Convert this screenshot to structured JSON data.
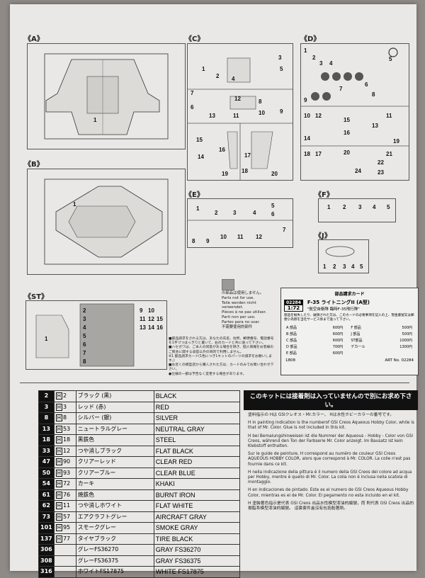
{
  "sections": {
    "A": "《A》",
    "B": "《B》",
    "C": "《C》",
    "D": "《D》",
    "E": "《E》",
    "F": "《F》",
    "J": "《J》",
    "ST": "《ST》"
  },
  "part_numbers": {
    "A": [
      "1"
    ],
    "B": [
      "1"
    ],
    "C": [
      "1",
      "2",
      "3",
      "4",
      "5",
      "6",
      "7",
      "8",
      "9",
      "10",
      "11",
      "12",
      "13",
      "14",
      "15",
      "16",
      "17",
      "18",
      "19",
      "20"
    ],
    "D": [
      "1",
      "2",
      "3",
      "4",
      "5",
      "6",
      "7",
      "8",
      "9",
      "10",
      "11",
      "12",
      "13",
      "14",
      "15",
      "16",
      "17",
      "18",
      "19",
      "20",
      "21",
      "22",
      "23",
      "24"
    ],
    "E": [
      "1",
      "2",
      "3",
      "4",
      "5",
      "6",
      "7",
      "8",
      "9",
      "10",
      "11",
      "12"
    ],
    "F": [
      "1",
      "2",
      "3",
      "4",
      "5"
    ],
    "J": [
      "1",
      "2",
      "3",
      "4",
      "5"
    ],
    "ST": [
      "1",
      "2",
      "3",
      "4",
      "5",
      "6",
      "7",
      "8",
      "9",
      "10",
      "11",
      "12",
      "13",
      "14",
      "15",
      "16"
    ]
  },
  "unused_note": {
    "jp": "の部品は使用しません。",
    "lines": [
      "Parts not for use.",
      "Teile werden nicht verwendet.",
      "Pièces à ne pas utiliser.",
      "Parti non per uso.",
      "Partes para no usar.",
      "不需要使用的部件"
    ]
  },
  "parts_order_text": "■部品請求をされる方は、あなたの氏名、住所、郵便番号、電話番号を1字づつはっきりと書いて、右のカードと共に送って下さい。",
  "parts_order_items": [
    "■ハセガワは、ご本人の同意がある場合を除き、個人情報をお客様のご照会に関する返答以外の目的で利用しません。",
    "※1 部品請求カード(1色につき1キットのパーツの請求をお願いします。)",
    "■お近くの模型店から購入された方は、カードのみでお問い合わせ下さい。",
    "●仕様の一部は予告なく変更する場合があります。"
  ],
  "card": {
    "title": "部品請求カード",
    "code": "02284",
    "scale": "1:72",
    "name": "F-35 ライトニングII (A型)",
    "subname": "\"航空自衛隊 臨時F-35飛行隊\"",
    "desc": "部品を紛失したり、破損された方は、このカードの必要事項を記入の上、現金書留又は郵便小為替を当社サービス係まで送って下さい。",
    "rows": [
      {
        "part": "A 部品",
        "price": "600円",
        "part2": "F 部品",
        "price2": "500円"
      },
      {
        "part": "B 部品",
        "price": "600円",
        "part2": "J 部品",
        "price2": "500円"
      },
      {
        "part": "C 部品",
        "price": "600円",
        "part2": "ST部品",
        "price2": "1000円"
      },
      {
        "part": "D 部品",
        "price": "700円",
        "part2": "デカール",
        "price2": "1300円"
      },
      {
        "part": "E 部品",
        "price": "600円",
        "part2": "",
        "price2": ""
      }
    ],
    "footer_left": "1808",
    "footer_right": "ART No. 02284"
  },
  "paints": [
    {
      "code": "2",
      "h": "H",
      "hnum": "2",
      "jp": "ブラック (黒)",
      "en": "BLACK"
    },
    {
      "code": "3",
      "h": "H",
      "hnum": "3",
      "jp": "レッド (赤)",
      "en": "RED"
    },
    {
      "code": "8",
      "h": "H",
      "hnum": "8",
      "jp": "シルバー (銀)",
      "en": "SILVER"
    },
    {
      "code": "13",
      "h": "H",
      "hnum": "53",
      "jp": "ニュートラルグレー",
      "en": "NEUTRAL GRAY"
    },
    {
      "code": "18",
      "h": "H",
      "hnum": "18",
      "jp": "黒鉄色",
      "en": "STEEL"
    },
    {
      "code": "33",
      "h": "H",
      "hnum": "12",
      "jp": "つや消しブラック",
      "en": "FLAT BLACK"
    },
    {
      "code": "47",
      "h": "H",
      "hnum": "90",
      "jp": "クリアーレッド",
      "en": "CLEAR RED"
    },
    {
      "code": "50",
      "h": "H",
      "hnum": "93",
      "jp": "クリアーブルー",
      "en": "CLEAR BLUE"
    },
    {
      "code": "54",
      "h": "H",
      "hnum": "72",
      "jp": "カーキ",
      "en": "KHAKI"
    },
    {
      "code": "61",
      "h": "H",
      "hnum": "76",
      "jp": "焼鉄色",
      "en": "BURNT IRON"
    },
    {
      "code": "62",
      "h": "H",
      "hnum": "11",
      "jp": "つや消しホワイト",
      "en": "FLAT WHITE"
    },
    {
      "code": "73",
      "h": "H",
      "hnum": "57",
      "jp": "エアクラフトグレー",
      "en": "AIRCRAFT GRAY"
    },
    {
      "code": "101",
      "h": "H",
      "hnum": "95",
      "jp": "スモークグレー",
      "en": "SMOKE GRAY"
    },
    {
      "code": "137",
      "h": "H",
      "hnum": "77",
      "jp": "タイヤブラック",
      "en": "TIRE BLACK"
    },
    {
      "code": "306",
      "h": "",
      "hnum": "",
      "jp": "グレーFS36270",
      "en": "GRAY FS36270"
    },
    {
      "code": "308",
      "h": "",
      "hnum": "",
      "jp": "グレーFS36375",
      "en": "GRAY FS36375"
    },
    {
      "code": "316",
      "h": "",
      "hnum": "",
      "jp": "ホワイトFS17875",
      "en": "WHITE FS17875"
    }
  ],
  "notes": {
    "header": "このキットには接着剤は入っていませんので別にお求め下さい。",
    "paragraphs": [
      "塗料指示の Hは GSIクレオス・Mr.カラー、 Hは水性ホビーカラーの番号です。",
      "H in painting indication is the numberof GSI Creos Aqueous Hobby Color, while  is that of Mr. Color. Glue is not included in this kit.",
      "H bei Bemalungshinweisen ist die Nummer der Aqueous - Hobby - Color von GSI Creos, während  den Ton der Farbserie Mr. Color  anzeigt. Im Bausatz ist kein Klebstoff enthalten.",
      "Sur le guide de peinture, H correspond au numéro de couleur GSI Creos AQUEOUS HOBBY COLOR, alors que  correspond à Mr. COLOR. La colle n'est pas fournie dans ce kit.",
      "H nella indicazione della pittura è il numero della GSI Creos del colore ad acqua per Hobby, mentre  è quello di Mr. Color. La colla non è inclusa nella scatola di montaggio.",
      "H en indicaciones de pintado. Este es el numero de GSI Creos Aqueous Hobby Color, mientras  es el de Mr. Color. El pegamento no esta incluido en el kit.",
      "H 塗裝著色指示是代表 GSI Creos 出品水性模型漆油的編號，而 則代表 GSI Creos 出品的樹脂系模型漆油的編號。 這套套件盒沒有包括黏著劑。"
    ]
  }
}
